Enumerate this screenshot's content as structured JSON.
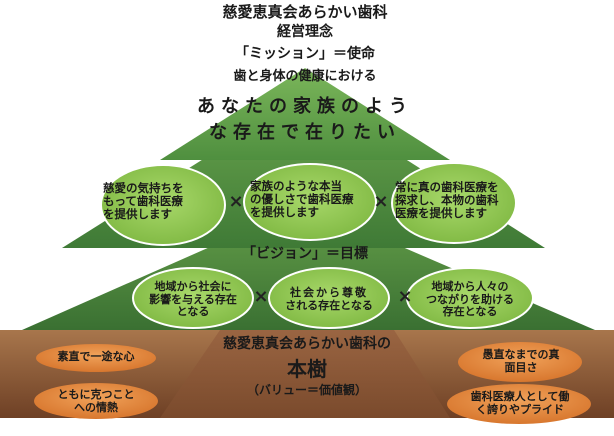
{
  "header": {
    "title": "慈愛恵真会あらかい歯科",
    "subtitle": "経営理念"
  },
  "mission": {
    "label": "「ミッション」＝使命",
    "lead": "歯と身体の健康における",
    "statement_line1": "あなたの家族のよう",
    "statement_line2": "な存在で在りたい",
    "items": [
      {
        "line1": "慈愛の気持ちを",
        "line2": "もって歯科医療",
        "line3": "を提供します"
      },
      {
        "line1": "家族のような本当",
        "line2": "の優しさで歯科医療",
        "line3": "を提供します"
      },
      {
        "line1": "常に真の歯科医療を",
        "line2": "探求し、本物の歯科",
        "line3": "医療を提供します"
      }
    ],
    "separator": "×"
  },
  "vision": {
    "label": "「ビジョン」＝目標",
    "items": [
      {
        "line1": "地域から社会に",
        "line2": "影響を与える存在",
        "line3": "となる"
      },
      {
        "line1": "社会から尊敬",
        "line2": "される存在となる",
        "line3": ""
      },
      {
        "line1": "地域から人々の",
        "line2": "つながりを助ける",
        "line3": "存在となる"
      }
    ],
    "separator": "×"
  },
  "trunk": {
    "line1": "慈愛恵真会あらかい歯科の",
    "line2": "本樹",
    "line3": "（バリュー＝価値観）"
  },
  "values": {
    "left": [
      {
        "line1": "素直で一途な心",
        "line2": ""
      },
      {
        "line1": "ともに克つこと",
        "line2": "への情熱"
      }
    ],
    "right": [
      {
        "line1": "愚直なまでの真",
        "line2": "面目さ"
      },
      {
        "line1": "歯科医療人として働",
        "line2": "く誇りやプライド"
      }
    ]
  },
  "colors": {
    "tree_dark": "#3f7a36",
    "tree_light": "#6aa84f",
    "oval": "#8bc34a",
    "oval_border": "#ffffff",
    "trunk": "#8a5a3a",
    "root_top": "#9b6b45",
    "root_bottom": "#6e4025",
    "value_oval": "#e38a3c"
  }
}
